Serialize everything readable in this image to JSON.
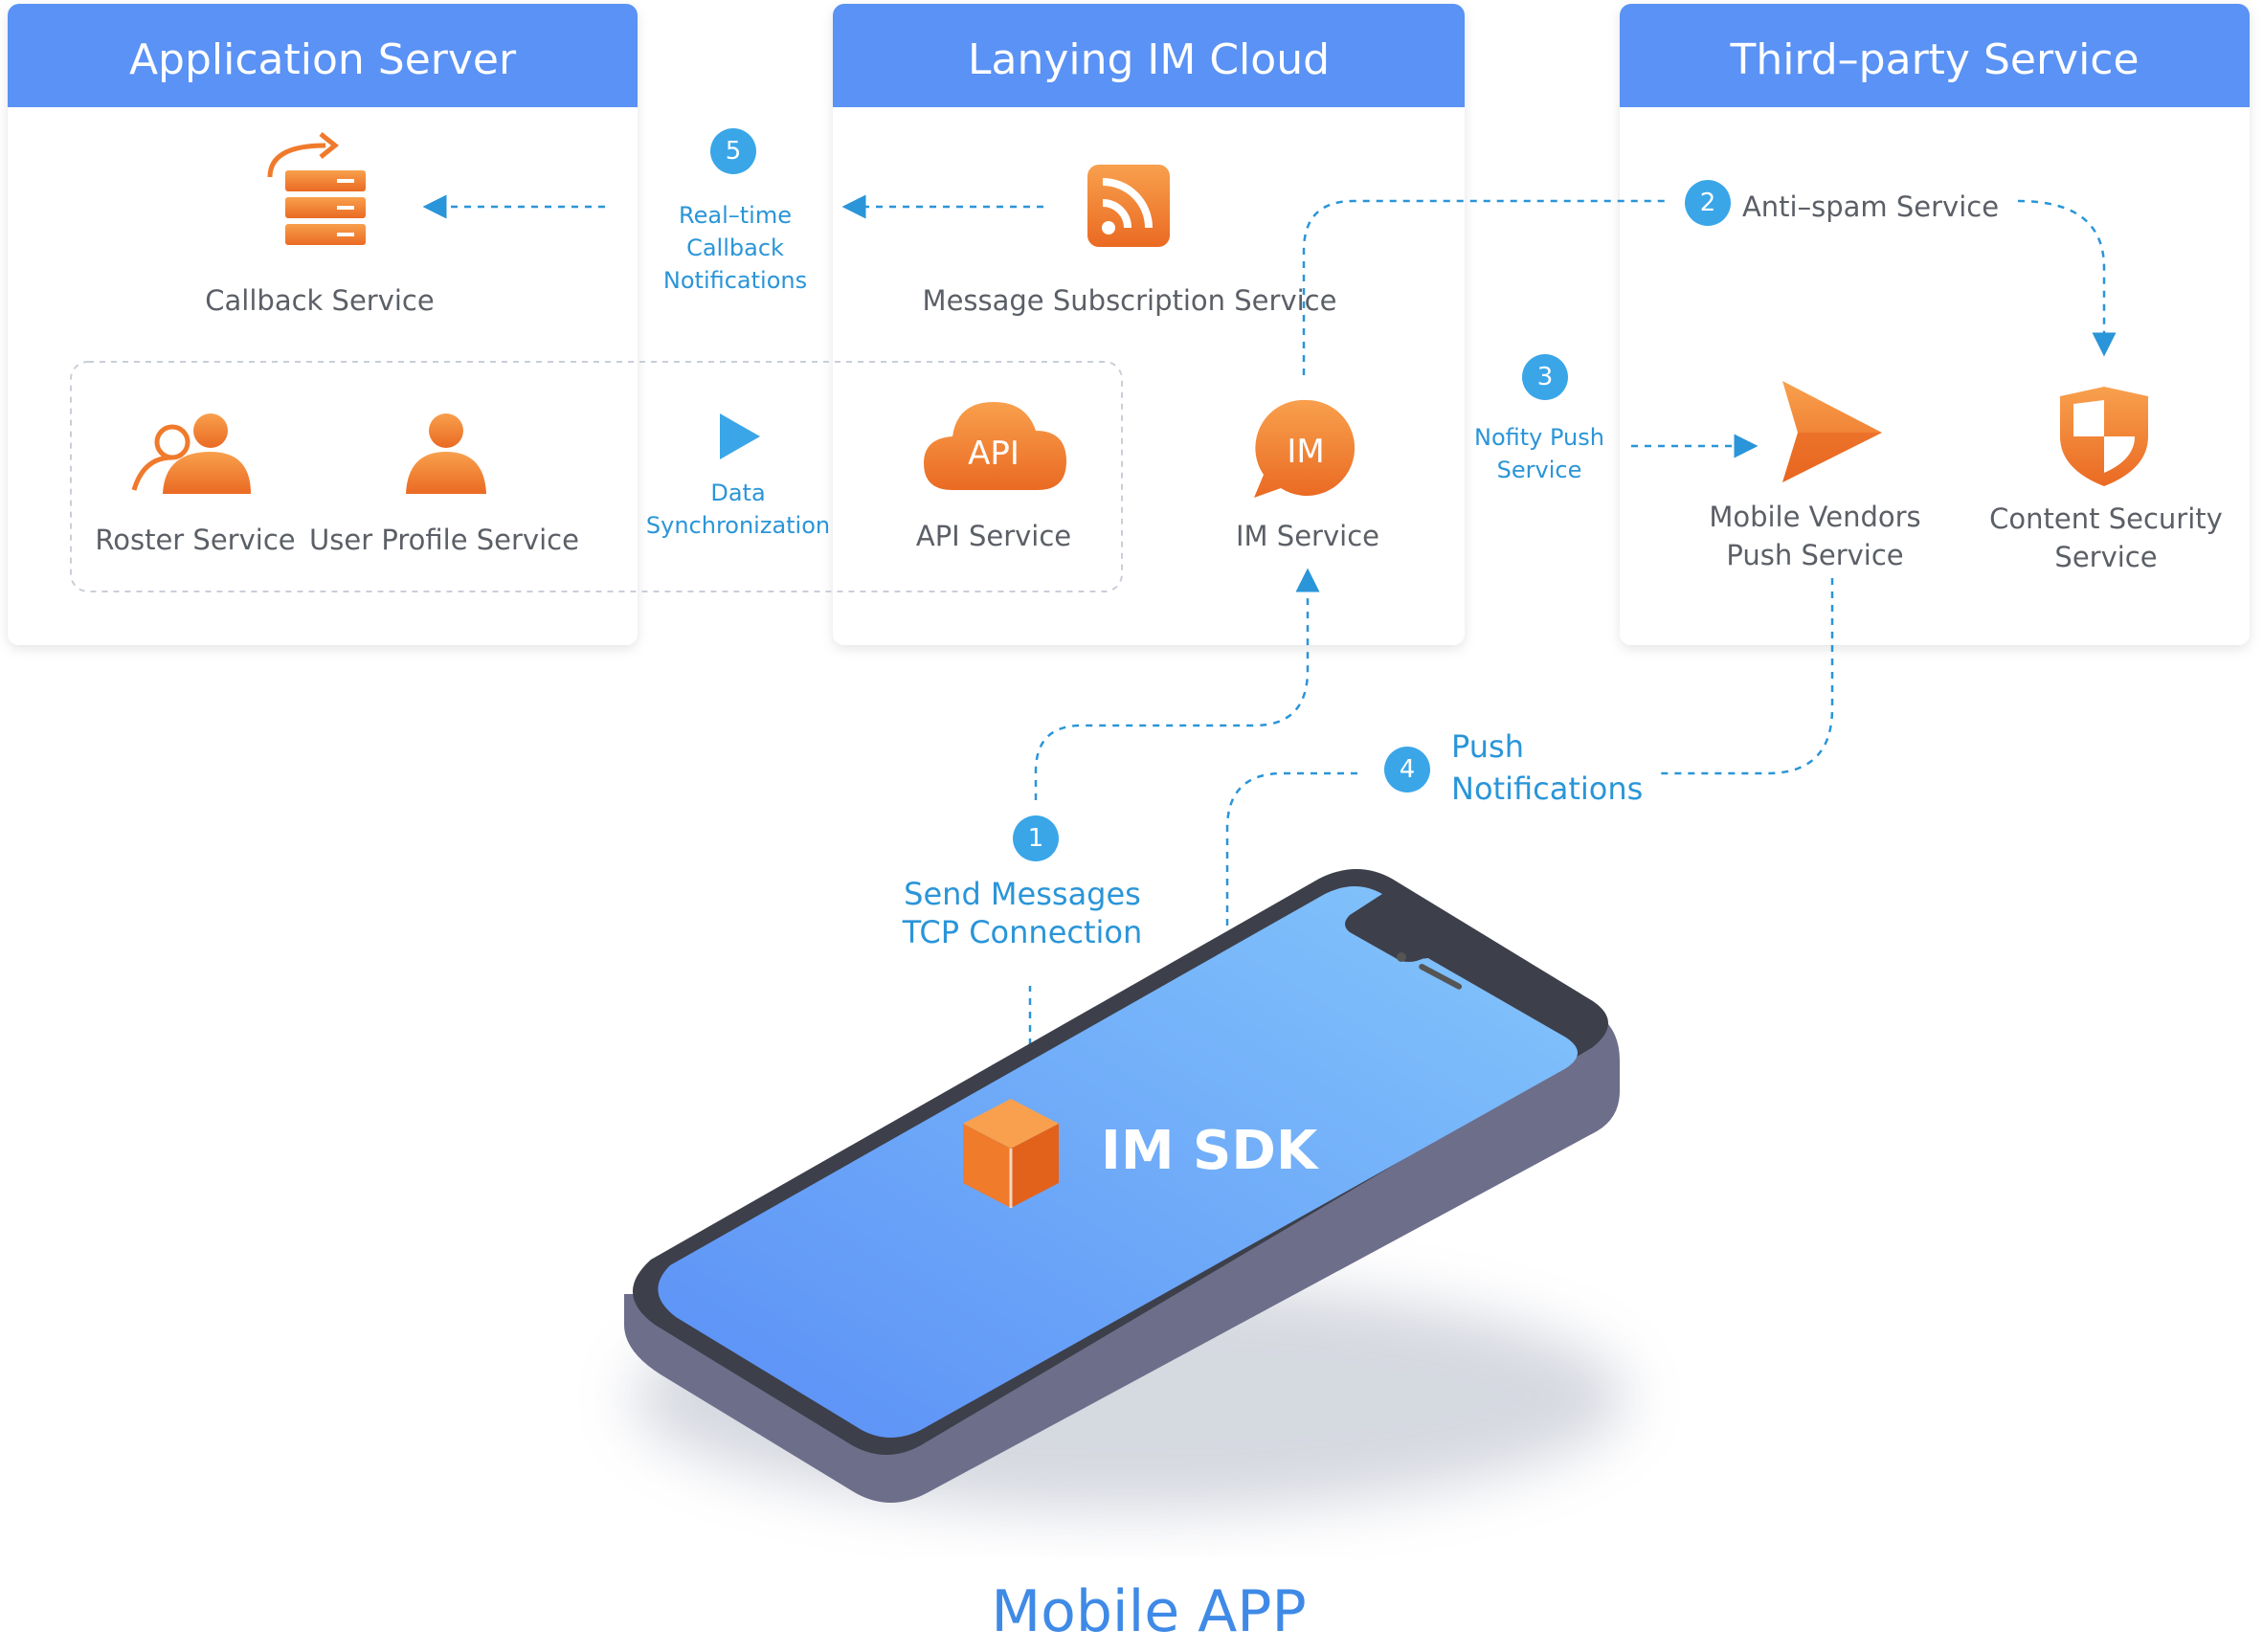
{
  "panels": {
    "app_server": {
      "title": "Application Server"
    },
    "im_cloud": {
      "title": "Lanying IM Cloud"
    },
    "third_party": {
      "title": "Third–party Service"
    }
  },
  "services": {
    "callback": "Callback Service",
    "roster": "Roster Service",
    "user_profile": "User Profile Service",
    "message_subscription": "Message Subscription Service",
    "api": "API Service",
    "api_icon_text": "API",
    "im": "IM Service",
    "im_icon_text": "IM",
    "anti_spam": "Anti–spam Service",
    "mobile_vendors_line1": "Mobile Vendors",
    "mobile_vendors_line2": "Push Service",
    "content_security_line1": "Content Security",
    "content_security_line2": "Service"
  },
  "flows": {
    "step1": {
      "number": "1",
      "line1": "Send Messages",
      "line2": "TCP Connection"
    },
    "step2": {
      "number": "2"
    },
    "step3": {
      "number": "3",
      "line1": "Nofity Push",
      "line2": "Service"
    },
    "step4": {
      "number": "4",
      "line1": "Push",
      "line2": "Notifications"
    },
    "step5": {
      "number": "5",
      "line1": "Real–time",
      "line2": "Callback",
      "line3": "Notifications"
    },
    "data_sync": {
      "line1": "Data",
      "line2": "Synchronization"
    }
  },
  "phone": {
    "sdk_label": "IM SDK"
  },
  "footer": {
    "title": "Mobile APP"
  },
  "colors": {
    "header_blue": "#5a92f5",
    "accent_orange": "#f07a2c",
    "flow_blue": "#2a95d8",
    "badge_blue": "#3aa6e8"
  }
}
